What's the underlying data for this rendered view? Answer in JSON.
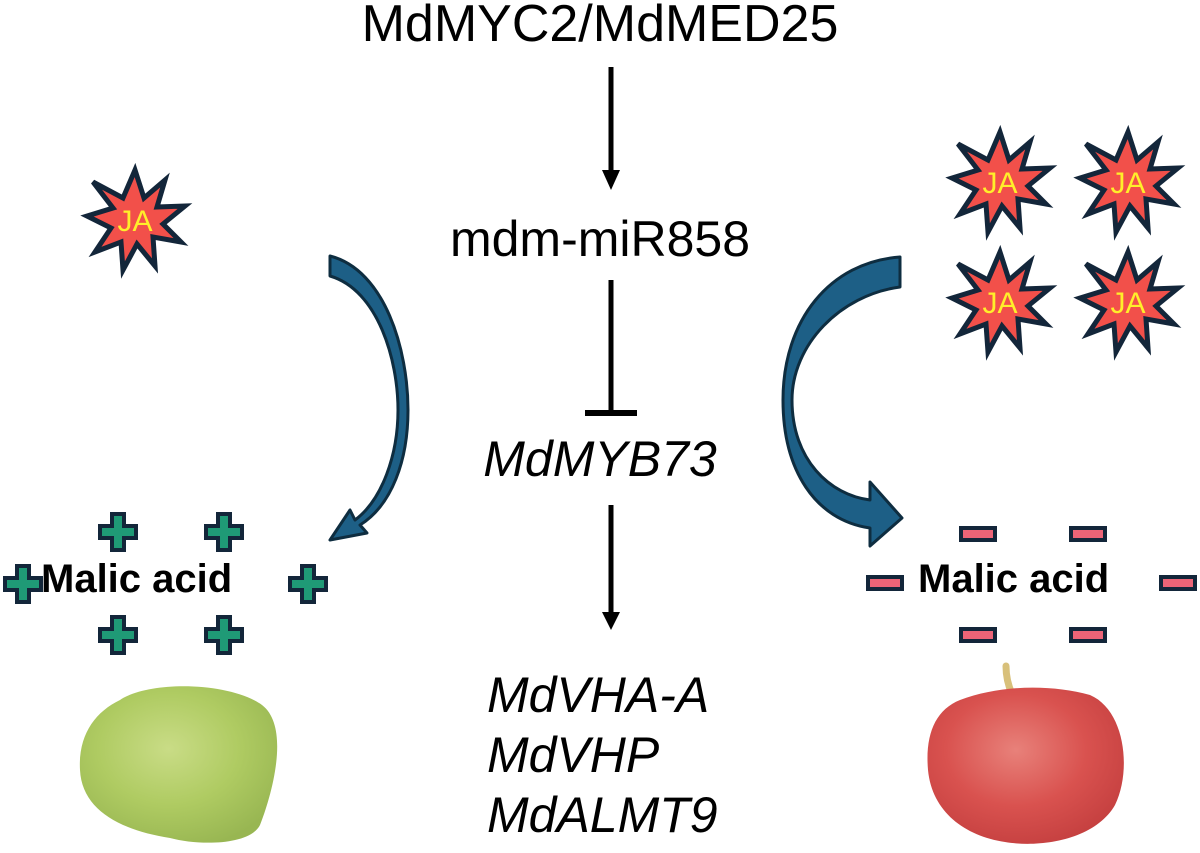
{
  "diagram": {
    "title_node": "MdMYC2/MdMED25",
    "mirna_node": "mdm-miR858",
    "target_tf_node": "MdMYB73",
    "downstream_genes": [
      "MdVHA-A",
      "MdVHP",
      "MdALMT9"
    ],
    "edges": [
      {
        "from": "MdMYC2/MdMED25",
        "to": "mdm-miR858",
        "type": "activation"
      },
      {
        "from": "mdm-miR858",
        "to": "MdMYB73",
        "type": "inhibition"
      },
      {
        "from": "MdMYB73",
        "to": "downstream_genes",
        "type": "activation"
      }
    ],
    "left_panel": {
      "treatment_label": "JA",
      "treatment_count": 1,
      "outcome_label": "Malic acid",
      "outcome_sign": "plus",
      "sign_count": 6,
      "fruit": "green-apple"
    },
    "right_panel": {
      "treatment_label": "JA",
      "treatment_count": 4,
      "outcome_label": "Malic acid",
      "outcome_sign": "minus",
      "sign_count": 6,
      "fruit": "red-apple"
    },
    "colors": {
      "burst_fill": "#f2504a",
      "burst_outline": "#13263a",
      "burst_text": "#ffef2a",
      "curved_arrow": "#1d5f86",
      "curved_arrow_outline": "#0e2d40",
      "plus_fill": "#1f9a76",
      "minus_fill": "#ec6477",
      "sign_outline": "#13263a",
      "green_apple": "#b3cf6a",
      "red_apple": "#d9524f"
    }
  }
}
